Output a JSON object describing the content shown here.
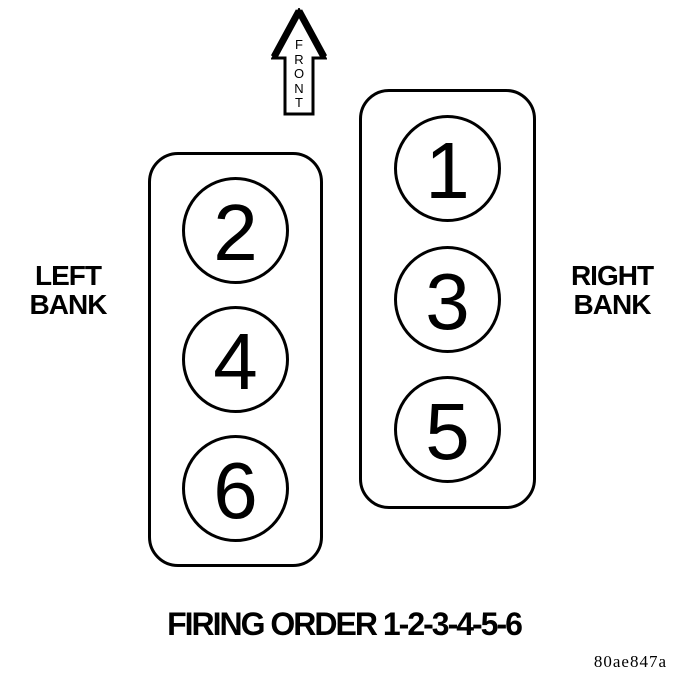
{
  "diagram": {
    "title": "FIRING ORDER 1-2-3-4-5-6",
    "reference_code": "80ae847a"
  },
  "front_arrow": {
    "label": "FRONT"
  },
  "left_bank": {
    "label_lines": [
      "LEFT",
      "BANK"
    ],
    "cylinders": [
      "2",
      "4",
      "6"
    ]
  },
  "right_bank": {
    "label_lines": [
      "RIGHT",
      "BANK"
    ],
    "cylinders": [
      "1",
      "3",
      "5"
    ]
  },
  "colors": {
    "line": "#000000",
    "background": "#ffffff"
  }
}
